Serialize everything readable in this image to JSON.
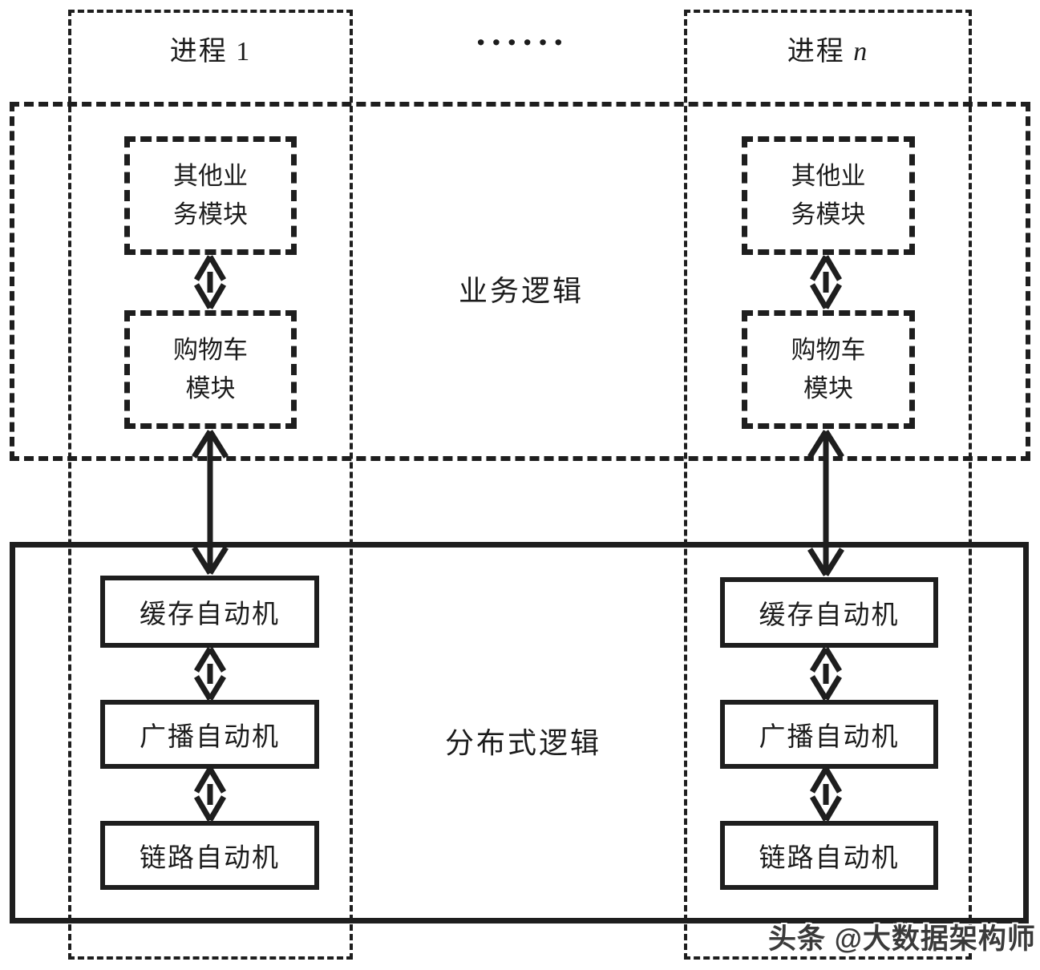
{
  "diagram": {
    "process1_label": "进程 1",
    "processn_prefix": "进程 ",
    "processn_var": "n",
    "ellipsis": "······",
    "layers": {
      "business_label": "业务逻辑",
      "distributed_label": "分布式逻辑"
    },
    "modules": {
      "other_business_line1": "其他业",
      "other_business_line2": "务模块",
      "cart_line1": "购物车",
      "cart_line2": "模块"
    },
    "automata": {
      "cache": "缓存自动机",
      "broadcast": "广播自动机",
      "link": "链路自动机"
    },
    "watermark": "头条 @大数据架构师",
    "colors": {
      "line": "#1e1e1e",
      "background": "#ffffff",
      "watermark_fill": "#3a3a3a"
    }
  }
}
